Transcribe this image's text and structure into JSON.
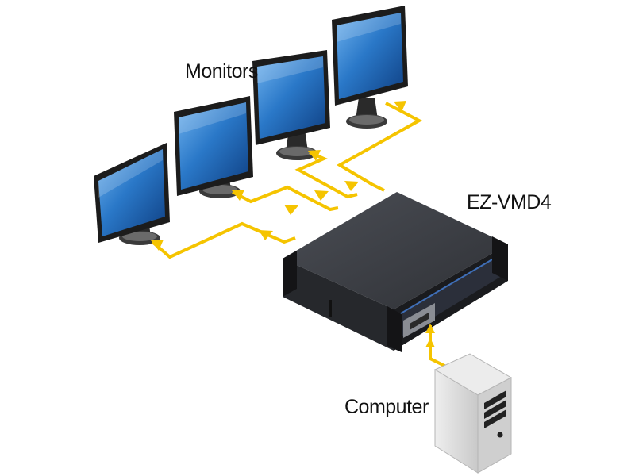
{
  "labels": {
    "monitors": "Monitors",
    "device": "EZ-VMD4",
    "computer": "Computer"
  },
  "colors": {
    "cable": "#f5c400",
    "screen": "#1b5fb0",
    "screen_light": "#6fb2ee",
    "bezel": "#1c1c1c",
    "device_body": "#2b2d31",
    "device_top": "#41444a",
    "tower": "#d4d4d4"
  },
  "icons": [
    "monitor-icon",
    "video-distributor-icon",
    "computer-tower-icon",
    "signal-arrow-icon"
  ]
}
